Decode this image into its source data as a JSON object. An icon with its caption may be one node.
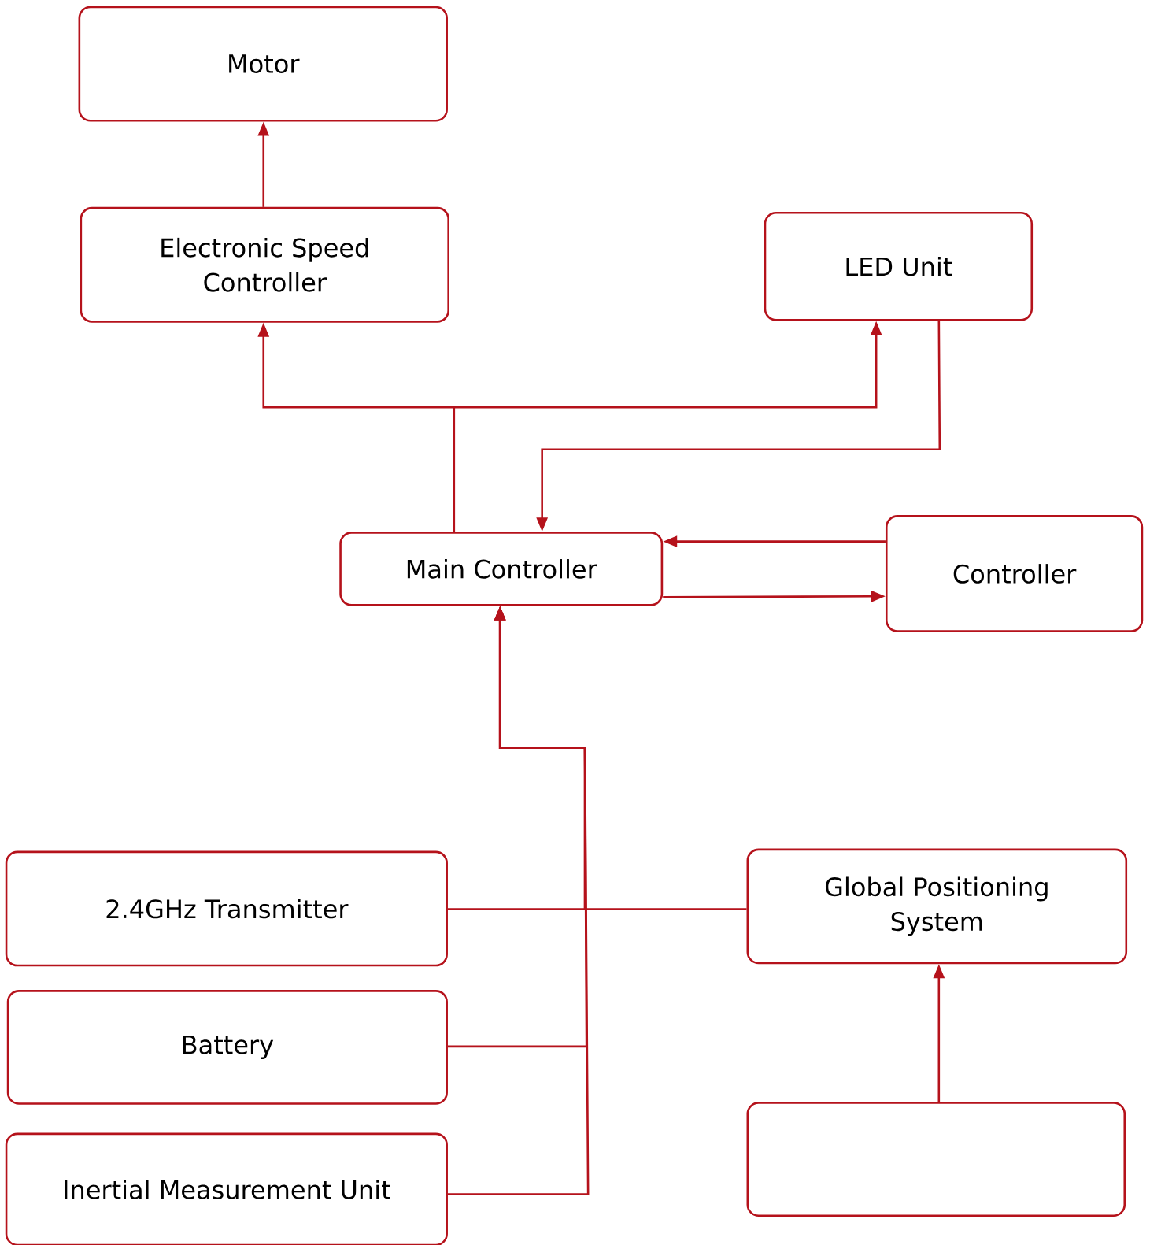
{
  "diagram": {
    "nodes": [
      {
        "text": [
          "Motor"
        ]
      },
      {
        "text": [
          "Electronic Speed Controller"
        ]
      },
      {
        "text": [
          "LED Unit"
        ]
      },
      {
        "text": [
          "Main Controller"
        ]
      },
      {
        "text": [
          "Controller"
        ]
      },
      {
        "text": [
          "2.4GHz Transmitter"
        ]
      },
      {
        "text": [
          "Global Positioning System"
        ]
      },
      {
        "text": [
          "Battery"
        ]
      },
      {
        "text": [
          "Inertial Measurement Unit"
        ]
      },
      {
        "text": [],
        "shape": "box"
      }
    ],
    "edges": [
      {
        "from": 1,
        "to": 0,
        "arrow": "to"
      },
      {
        "from": 3,
        "to": 1,
        "arrow": "to"
      },
      {
        "from": 3,
        "to": 2,
        "arrow": "to"
      },
      {
        "from": 2,
        "to": 3,
        "arrow": "to"
      },
      {
        "from": 4,
        "to": 3,
        "arrow": "to"
      },
      {
        "from": 3,
        "to": 4,
        "arrow": "to"
      },
      {
        "from": 5,
        "to": 3,
        "arrow": "to"
      },
      {
        "from": 6,
        "to": 3,
        "arrow": "to"
      },
      {
        "from": 7,
        "to": 3,
        "arrow": "to"
      },
      {
        "from": 8,
        "to": 3,
        "arrow": "to"
      },
      {
        "from": 9,
        "to": 6,
        "arrow": "to"
      }
    ]
  }
}
